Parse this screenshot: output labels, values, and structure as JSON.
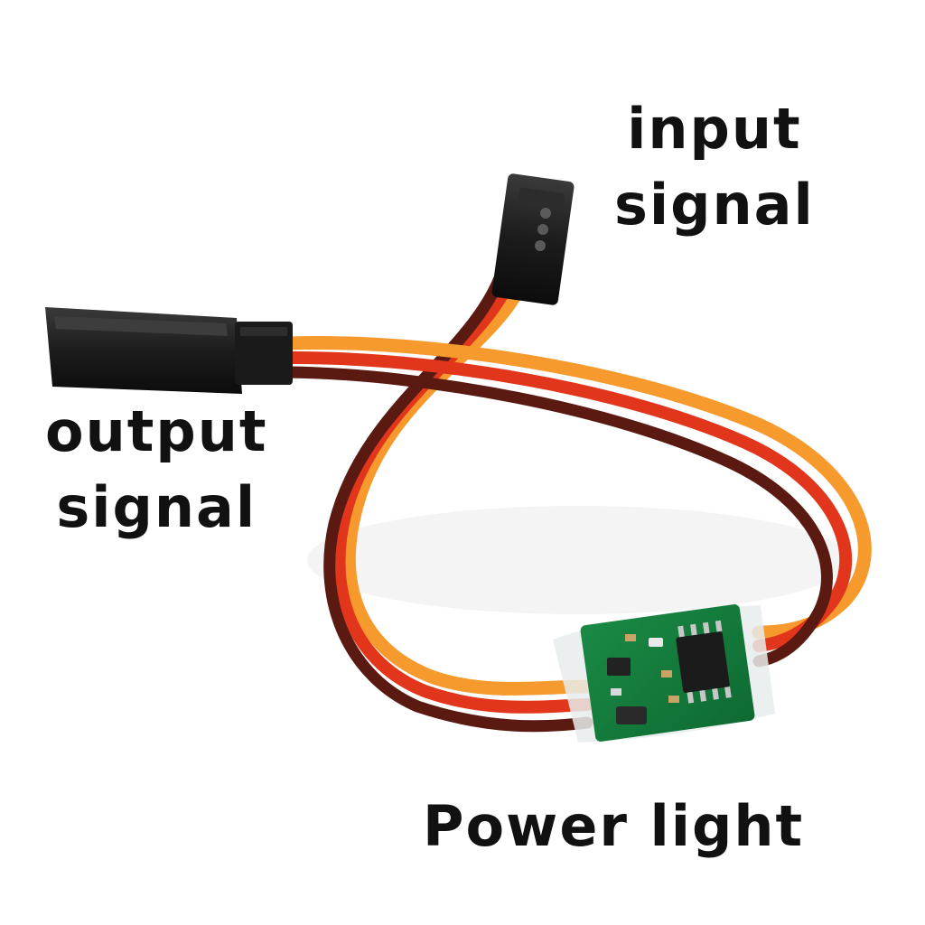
{
  "labels": {
    "input_line1": "input",
    "input_line2": "signal",
    "output_line1": "output",
    "output_line2": "signal",
    "power": "Power light"
  },
  "colors": {
    "signal_wire": "#f79a2e",
    "power_wire": "#e2361c",
    "ground_wire": "#5a1a12",
    "connector": "#1c1c1c",
    "pcb": "#127a3a",
    "text": "#111111"
  }
}
